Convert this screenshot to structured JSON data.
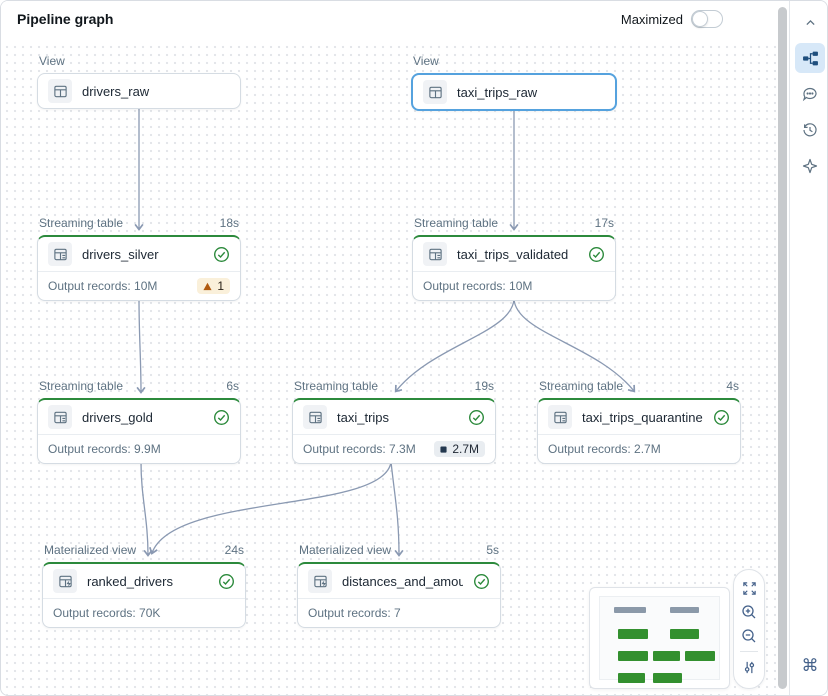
{
  "header": {
    "title": "Pipeline graph",
    "maximized_label": "Maximized"
  },
  "nodes": [
    {
      "type_label": "View",
      "name": "drivers_raw"
    },
    {
      "type_label": "View",
      "name": "taxi_trips_raw",
      "selected": true
    },
    {
      "type_label": "Streaming table",
      "duration": "18s",
      "name": "drivers_silver",
      "output_records": "Output records: 10M",
      "warning_count": "1"
    },
    {
      "type_label": "Streaming table",
      "duration": "17s",
      "name": "taxi_trips_validated",
      "output_records": "Output records: 10M"
    },
    {
      "type_label": "Streaming table",
      "duration": "6s",
      "name": "drivers_gold",
      "output_records": "Output records: 9.9M"
    },
    {
      "type_label": "Streaming table",
      "duration": "19s",
      "name": "taxi_trips",
      "output_records": "Output records: 7.3M",
      "metric_badge": "2.7M"
    },
    {
      "type_label": "Streaming table",
      "duration": "4s",
      "name": "taxi_trips_quarantine",
      "output_records": "Output records: 2.7M"
    },
    {
      "type_label": "Materialized view",
      "duration": "24s",
      "name": "ranked_drivers",
      "output_records": "Output records: 70K"
    },
    {
      "type_label": "Materialized view",
      "duration": "5s",
      "name": "distances_and_amounts_b...",
      "output_records": "Output records: 7"
    }
  ],
  "sidebar": {
    "command_glyph": "⌘"
  },
  "colors": {
    "accent_green": "#2c8a3c",
    "selected_blue": "#55a2de",
    "edge_gray": "#8a99b2",
    "warning_orange": "#b05a10",
    "minimap_green": "#33902f",
    "minimap_gray": "#8b99a9"
  }
}
